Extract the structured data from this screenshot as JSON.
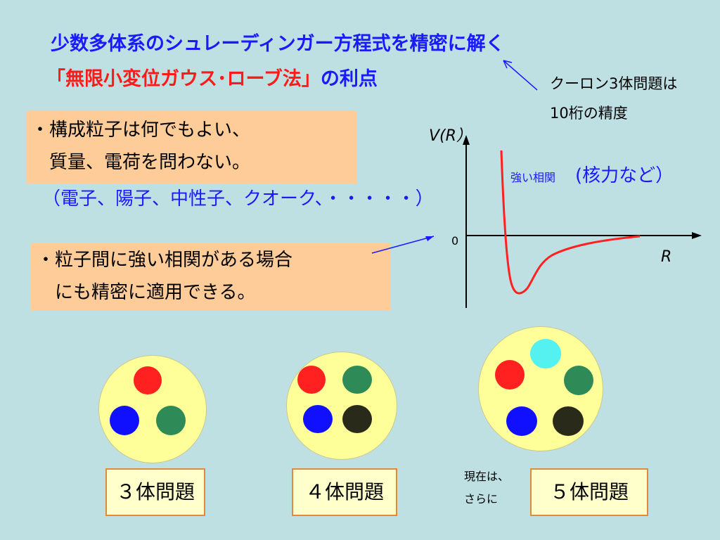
{
  "title": {
    "line1": "少数多体系のシュレーディンガー方程式を精密に解く",
    "line2_red": "「無限小変位ガウス･ローブ法」",
    "line2_blue": "の利点"
  },
  "note": {
    "line1": "クーロン3体問題は",
    "line2": "10桁の精度"
  },
  "bullet1": {
    "line1": "・構成粒子は何でもよい、",
    "line2": "　質量、電荷を問わない。",
    "examples": "（電子、陽子、中性子、クオーク、・・・・・）"
  },
  "bullet2": {
    "line1": "・粒子間に強い相関がある場合",
    "line2": "　にも精密に適用できる。"
  },
  "graph": {
    "y_label": "V(R）",
    "x_label": "R",
    "zero_label": "0",
    "annotation_small": "強い相関",
    "annotation_large": "(核力など）",
    "curve_color": "#ff2020"
  },
  "problems": [
    {
      "label": "３体問題"
    },
    {
      "label": "４体問題"
    },
    {
      "label": "５体問題"
    }
  ],
  "current_note": {
    "line1": "現在は、",
    "line2": "さらに"
  },
  "colors": {
    "red": "#ff2020",
    "blue": "#1010ff",
    "green": "#2e8b57",
    "black": "#2a2a1a",
    "cyan": "#55f0f0"
  }
}
